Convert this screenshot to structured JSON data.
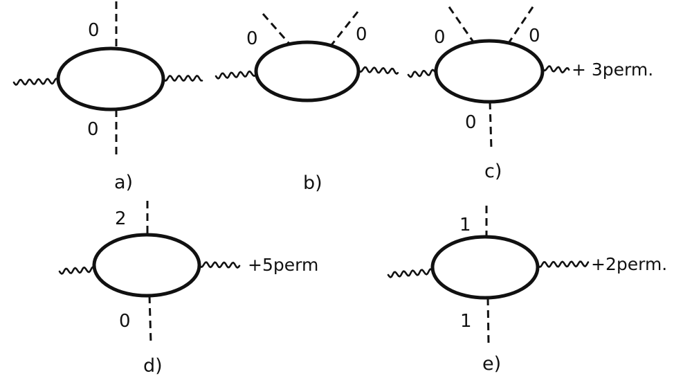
{
  "diagrams": {
    "a": {
      "caption": "a)",
      "labels": {
        "top": "0",
        "bottom": "0"
      }
    },
    "b": {
      "caption": "b)",
      "labels": {
        "upper_left": "0",
        "upper_right": "0"
      }
    },
    "c": {
      "caption": "c)",
      "labels": {
        "upper_left": "0",
        "upper_right": "0",
        "bottom": "0"
      },
      "permutations": "+ 3perm."
    },
    "d": {
      "caption": "d)",
      "labels": {
        "top": "2",
        "bottom": "0"
      },
      "permutations": "+5perm"
    },
    "e": {
      "caption": "e)",
      "labels": {
        "top": "1",
        "bottom": "1"
      },
      "permutations": "+2perm."
    }
  }
}
